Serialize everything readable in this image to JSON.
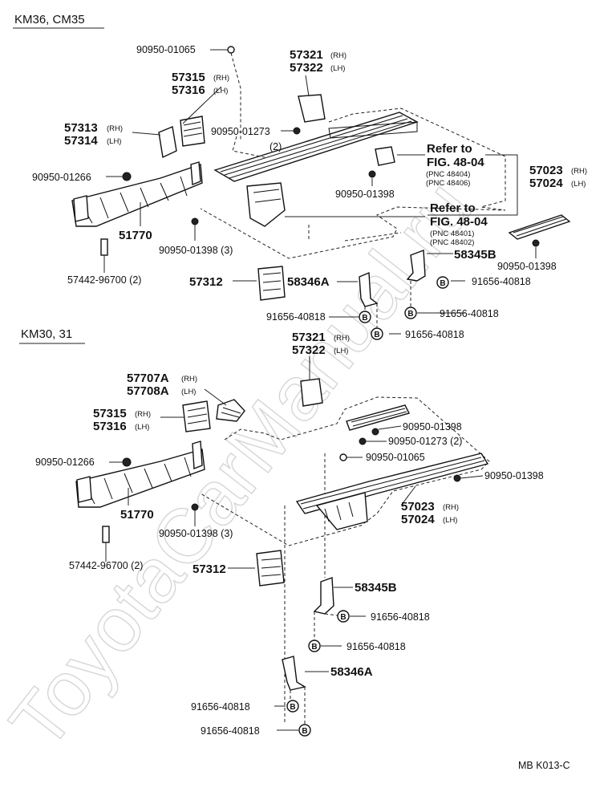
{
  "sections": [
    {
      "title": "KM36, CM35"
    },
    {
      "title": "KM30, 31"
    }
  ],
  "watermark": "ToyotaCarManual.ru",
  "footer": "MB  K013-C",
  "bolt_marker": "B",
  "top": {
    "p9095001065": "90950-01065",
    "p57321": "57321",
    "p57322": "57322",
    "rh": "(RH)",
    "lh": "(LH)",
    "p57315": "57315",
    "p57316": "57316",
    "p57313": "57313",
    "p57314": "57314",
    "p9095001273": "90950-01273",
    "qty2": "(2)",
    "refer1": "Refer to",
    "fig1": "FIG. 48-04",
    "pnc48404": "(PNC 48404)",
    "pnc48406": "(PNC 48406)",
    "p9095001266": "90950-01266",
    "p9095001398a": "90950-01398",
    "p57023": "57023",
    "p57024": "57024",
    "refer2": "Refer to",
    "fig2": "FIG. 48-04",
    "pnc48401": "(PNC 48401)",
    "pnc48402": "(PNC 48402)",
    "p51770": "51770",
    "p9095001398b": "90950-01398 (3)",
    "p58345b": "58345B",
    "p9095001398c": "90950-01398",
    "p5744296700": "57442-96700 (2)",
    "p57312": "57312",
    "p58346a": "58346A",
    "p9165640818a": "91656-40818",
    "p9165640818b": "91656-40818",
    "p9165640818c": "91656-40818",
    "p9165640818d": "91656-40818"
  },
  "bottom": {
    "p57321": "57321",
    "p57322": "57322",
    "rh": "(RH)",
    "lh": "(LH)",
    "p57707a": "57707A",
    "p57708a": "57708A",
    "p57315": "57315",
    "p57316": "57316",
    "p9095001398a": "90950-01398",
    "p9095001273": "90950-01273 (2)",
    "p9095001266": "90950-01266",
    "p9095001065": "90950-01065",
    "p9095001398b": "90950-01398",
    "p51770": "51770",
    "p57023": "57023",
    "p57024": "57024",
    "p9095001398c": "90950-01398 (3)",
    "p5744296700": "57442-96700 (2)",
    "p57312": "57312",
    "p58345b": "58345B",
    "p9165640818a": "91656-40818",
    "p9165640818b": "91656-40818",
    "p58346a": "58346A",
    "p9165640818c": "91656-40818",
    "p9165640818d": "91656-40818"
  }
}
